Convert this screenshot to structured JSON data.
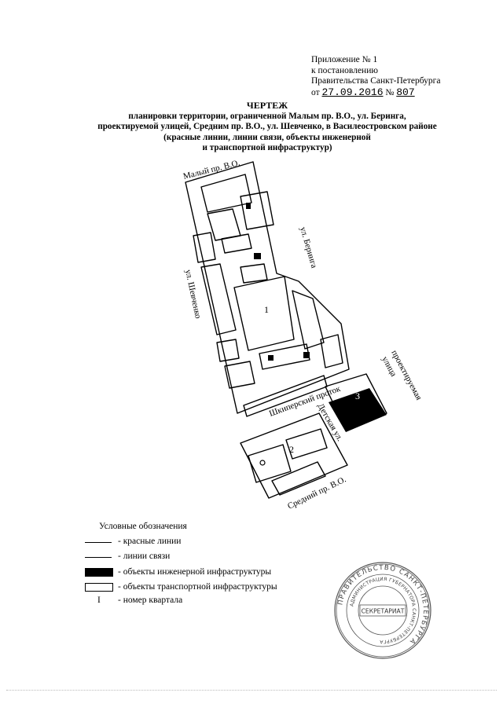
{
  "appendix": {
    "line1": "Приложение № 1",
    "line2": "к постановлению",
    "line3": "Правительства Санкт-Петербурга",
    "from": "от",
    "date": "27.09.2016",
    "no_sign": "№",
    "number": "807"
  },
  "title": {
    "main": "ЧЕРТЕЖ",
    "line1": "планировки территории, ограниченной Малым пр. В.О., ул. Беринга,",
    "line2": "проектируемой улицей, Средним пр. В.О., ул. Шевченко, в Василеостровском районе",
    "line3": "(красные линии, линии связи, объекты инженерной",
    "line4": "и транспортной инфраструктур)"
  },
  "map_labels": {
    "malyy": "Малый пр. В.О.",
    "beringa": "ул. Беринга",
    "shevchenko": "ул. Шевченко",
    "proekt_1": "проектируемая",
    "proekt_2": "улица",
    "shkiperskiy": "Шкиперский проток",
    "detskaya": "Детская ул.",
    "sredniy": "Средний пр. В.О.",
    "q1": "1",
    "q2": "2",
    "q3": "3"
  },
  "legend": {
    "title": "Условные обозначения",
    "red_lines": "- красные линии",
    "comm_lines": "- линии связи",
    "eng_objects": "- объекты инженерной инфраструктуры",
    "trans_objects": "- объекты транспортной инфраструктуры",
    "block_num_symbol": "I",
    "block_num": "- номер квартала"
  },
  "stamp": {
    "outer_text": "ПРАВИТЕЛЬСТВО САНКТ-ПЕТЕРБУРГА",
    "inner_text": "АДМИНИСТРАЦИЯ ГУБЕРНАТОРА САНКТ-ПЕТЕРБУРГА",
    "center": "СЕКРЕТАРИАТ"
  }
}
